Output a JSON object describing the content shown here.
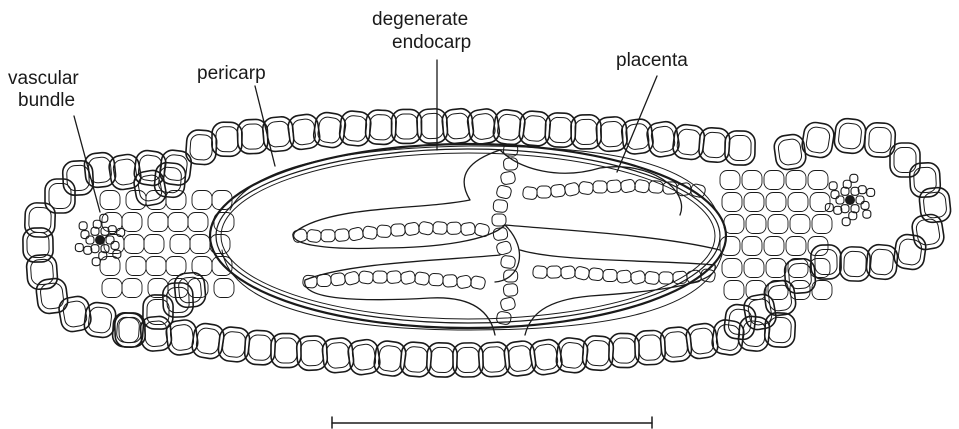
{
  "labels": {
    "vascular_bundle_line1": "vascular",
    "vascular_bundle_line2": "bundle",
    "pericarp": "pericarp",
    "degenerate_endocarp_line1": "degenerate",
    "degenerate_endocarp_line2": "endocarp",
    "placenta": "placenta"
  },
  "colors": {
    "ink": "#1a1a1a",
    "paper": "#ffffff"
  },
  "scale_bar": {
    "label": ""
  }
}
